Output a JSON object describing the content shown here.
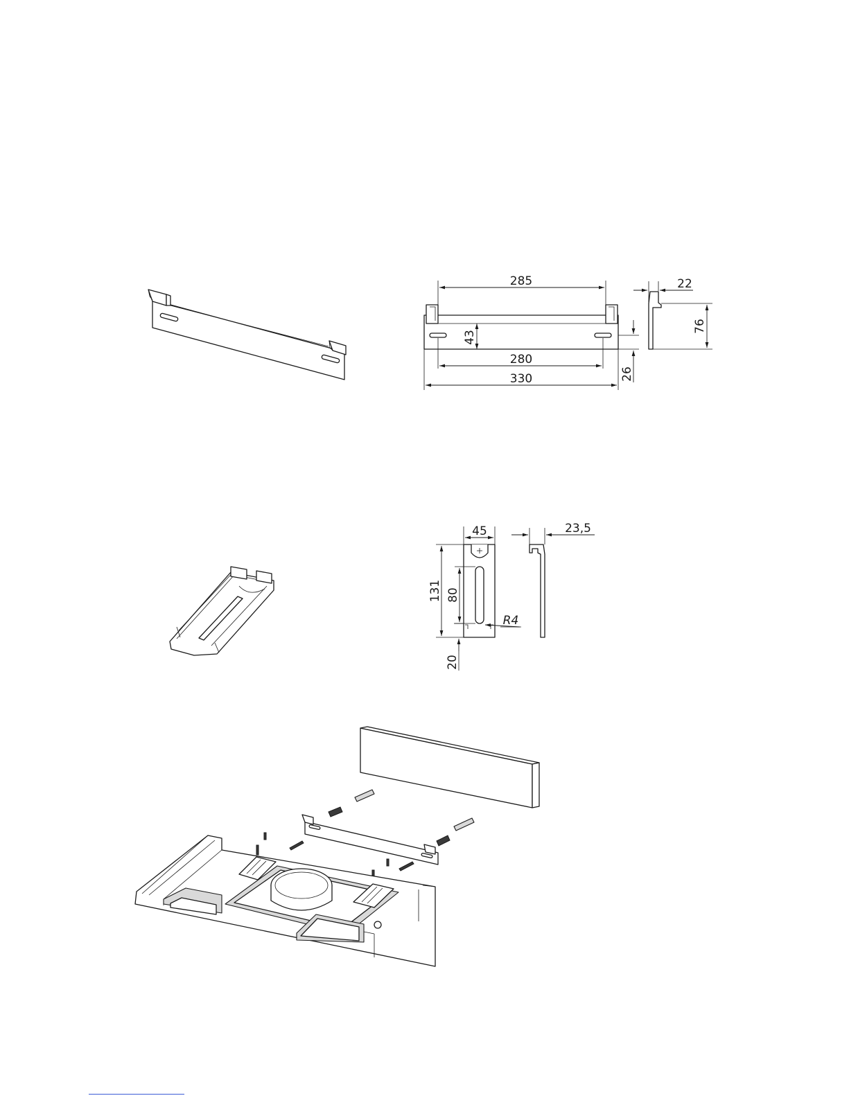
{
  "figure_1": {
    "dimensions": {
      "top_width": "285",
      "side_flange": "22",
      "height_total": "76",
      "slot_height": "43",
      "slot_spacing": "280",
      "overall_width": "330",
      "slot_offset": "26"
    }
  },
  "figure_2": {
    "dimensions": {
      "width": "45",
      "depth": "23,5",
      "length": "131",
      "slot_length": "80",
      "radius": "R4",
      "bottom_offset": "20"
    }
  }
}
